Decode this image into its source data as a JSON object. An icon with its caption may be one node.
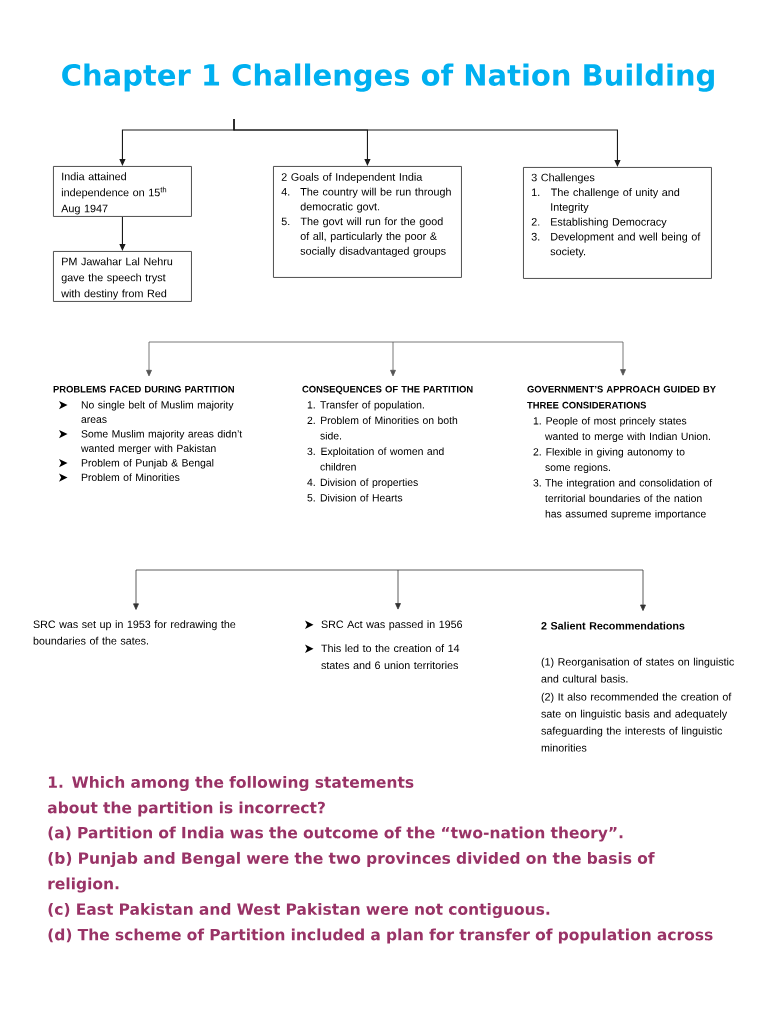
{
  "diagram": {
    "title": "Chapter 1 Challenges of Nation Building",
    "nodes": [
      {
        "text": [
          "India attained independence on 15$^{th}$ Aug 1947"
        ]
      },
      {
        "text": [
          "PM Jawahar Lal Nehru gave the speech tryst with destiny from Red"
        ]
      },
      {
        "text": [
          "2 Goals of Independent India",
          "4. The country will be run through democratic govt.",
          "5. The govt will run for the good of all, particularly the poor & socially disadvantaged groups"
        ]
      },
      {
        "text": [
          "3 Challenges",
          "1. The challenge of unity and Integrity",
          "2. Establishing Democracy",
          "3. Development and well being of society."
        ]
      },
      {
        "text": [
          "PROBLEMS FACED DURING PARTITION",
          "No single belt of Muslim majority areas",
          "Some Muslim majority areas didn’t wanted merger with Pakistan",
          "Problem of Punjab & Bengal",
          "Problem of Minorities"
        ]
      },
      {
        "text": [
          "CONSEQUENCES OF THE PARTITION",
          "1. Transfer of population.",
          "2. Problem of Minorities on both side.",
          "3. Exploitation of women and children",
          "4. Division of properties",
          "5. Division of Hearts"
        ]
      },
      {
        "text": [
          "GOVERNMENT’S APPROACH GUIDED BY THREE CONSIDERATIONS",
          "1. People of most princely states wanted to merge with Indian Union.",
          "2. Flexible in giving autonomy to some regions.",
          "3. The integration and consolidation of territorial boundaries of the nation has assumed supreme importance"
        ]
      },
      {
        "text": [
          "SRC was set up in 1953 for redrawing the boundaries of the sates."
        ]
      },
      {
        "text": [
          "SRC Act was passed in 1956",
          "This led to the creation of 14 states and 6 union territories"
        ]
      },
      {
        "text": [
          "2 Salient Recommendations",
          "(1) Reorganisation of states on linguistic and cultural basis.",
          "(2) It also recommended the creation of sate on linguistic basis and adequately safeguarding the interests of linguistic minorities"
        ]
      }
    ],
    "edges": [
      {
        "from": null,
        "to": 0,
        "arrow": "to"
      },
      {
        "from": null,
        "to": 2,
        "arrow": "to"
      },
      {
        "from": null,
        "to": 3,
        "arrow": "to"
      },
      {
        "from": 0,
        "to": 1,
        "arrow": "to"
      },
      {
        "from": null,
        "to": 4,
        "arrow": "to"
      },
      {
        "from": null,
        "to": 5,
        "arrow": "to"
      },
      {
        "from": null,
        "to": 6,
        "arrow": "to"
      },
      {
        "from": null,
        "to": 7,
        "arrow": "to"
      },
      {
        "from": null,
        "to": 8,
        "arrow": "to"
      },
      {
        "from": null,
        "to": 9,
        "arrow": "to"
      }
    ],
    "labels": [
      "1. Which among the following statements about the partition is incorrect?",
      "(a) Partition of India was the outcome of the “two-nation theory”.",
      "(b) Punjab and Bengal were the two provinces divided on the basis of religion.",
      "(c) East Pakistan and West Pakistan were not contiguous.",
      "(d) The scheme of Partition included a plan for transfer of population across"
    ]
  }
}
